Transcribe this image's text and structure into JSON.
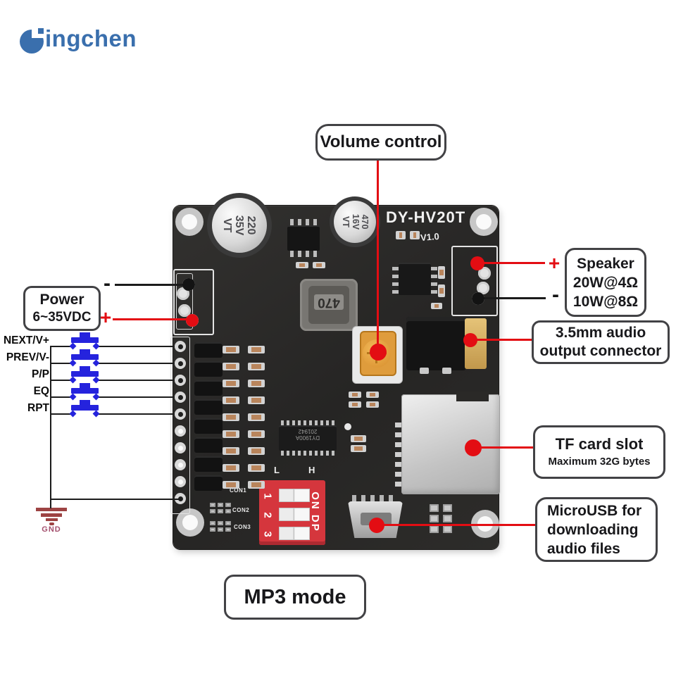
{
  "logo": {
    "brand": "ingchen",
    "color": "#3a6fad"
  },
  "callouts": {
    "volume": {
      "label": "Volume control"
    },
    "speaker": {
      "title": "Speaker",
      "spec1": "20W@4Ω",
      "spec2": "10W@8Ω",
      "plus": "+",
      "minus": "-"
    },
    "audio_jack": {
      "line1": "3.5mm audio",
      "line2": "output connector"
    },
    "tf_card": {
      "title": "TF card slot",
      "subtitle": "Maximum 32G bytes"
    },
    "micro_usb": {
      "line1": "MicroUSB for",
      "line2": "downloading",
      "line3": "audio files"
    },
    "power": {
      "line1": "Power",
      "line2": "6~35VDC",
      "plus": "+",
      "minus": "-"
    },
    "mode": {
      "label": "MP3 mode"
    }
  },
  "board": {
    "model": "DY-HV20T",
    "version": "V1.0",
    "cap1": {
      "l1": "220",
      "l2": "35V",
      "l3": "VT"
    },
    "cap2": {
      "l1": "470",
      "l2": "16V",
      "l3": "VT"
    },
    "inductor": "470",
    "ic": {
      "l1": "DY1900A",
      "l2": "201942"
    },
    "dip": {
      "side": "ON DP",
      "n1": "1",
      "n2": "2",
      "n3": "3"
    },
    "silkscreen": {
      "l": "L",
      "h": "H",
      "con1": "CON1",
      "con2": "CON2",
      "con3": "CON3"
    }
  },
  "buttons": [
    "NEXT/V+",
    "PREV/V-",
    "P/P",
    "EQ",
    "RPT"
  ],
  "gnd": {
    "label": "GND"
  },
  "colors": {
    "annotation_red": "#e30d13",
    "wire_black": "#1b1b1b",
    "switch_blue": "#2523dd",
    "dip_red": "#d5363d"
  }
}
